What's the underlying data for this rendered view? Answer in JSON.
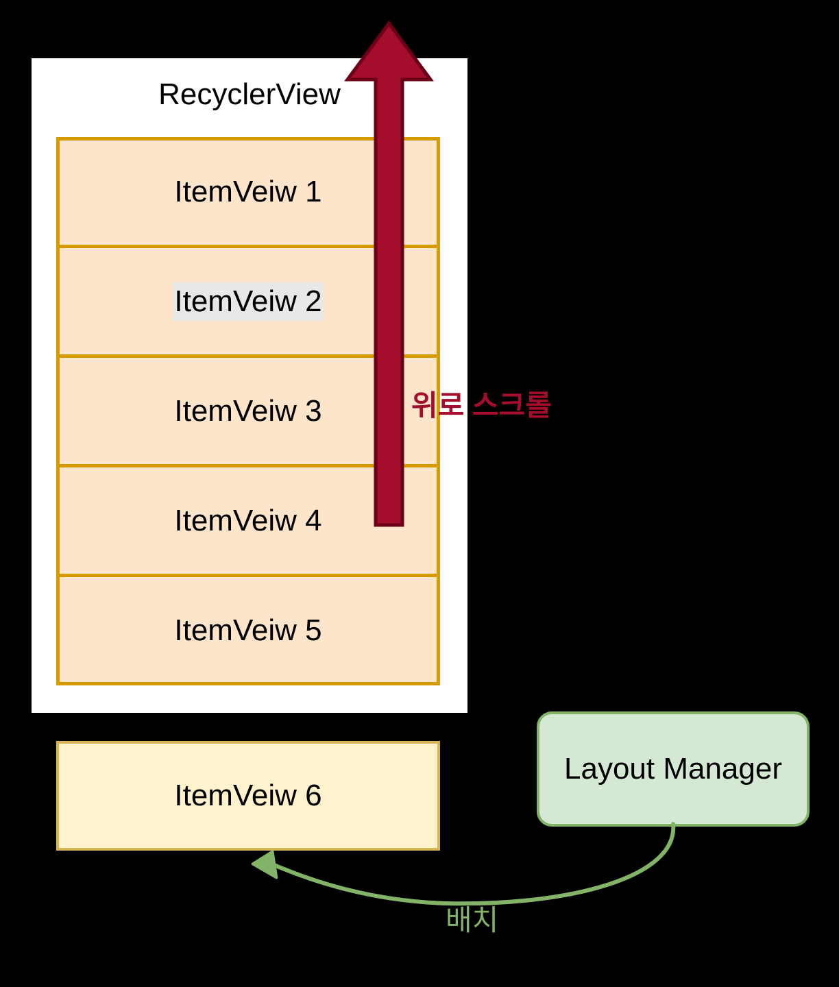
{
  "diagram": {
    "background_color": "#000000",
    "recycler_view": {
      "title": "RecyclerView",
      "panel_color": "#FFFFFF",
      "item_fill": "#FDE5CC",
      "item_border": "#D79B00",
      "items": [
        {
          "label": "ItemVeiw 1",
          "highlighted": false
        },
        {
          "label": "ItemVeiw 2",
          "highlighted": true
        },
        {
          "label": "ItemVeiw 3",
          "highlighted": false
        },
        {
          "label": "ItemVeiw 4",
          "highlighted": false
        },
        {
          "label": "ItemVeiw 5",
          "highlighted": false
        }
      ],
      "highlight_color": "#E8E8E8"
    },
    "scroll_annotation": {
      "label": "위로 스크롤",
      "color": "#A50D2D",
      "arrow_direction": "up",
      "arrow_name": "scroll-up-arrow"
    },
    "recycled_item": {
      "label": "ItemVeiw 6",
      "fill": "#FFF2CC",
      "border": "#D6B656"
    },
    "layout_manager": {
      "label": "Layout Manager",
      "fill": "#D5E8D4",
      "border": "#82B366"
    },
    "placement_annotation": {
      "label": "배치",
      "color": "#82B366",
      "arrow_name": "placement-curved-arrow"
    }
  }
}
